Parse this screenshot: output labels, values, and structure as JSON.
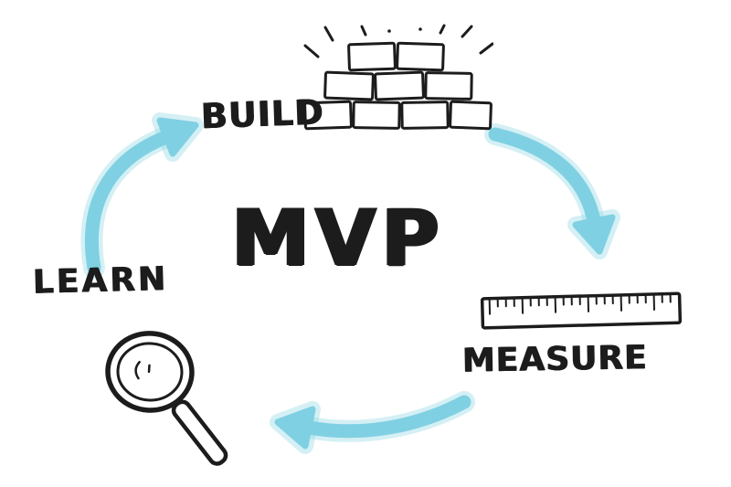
{
  "diagram": {
    "center_label": "MVP",
    "steps": [
      {
        "label": "BUILD",
        "icon": "bricks-icon"
      },
      {
        "label": "MEASURE",
        "icon": "ruler-icon"
      },
      {
        "label": "LEARN",
        "icon": "magnifier-icon"
      }
    ],
    "arrows": [
      {
        "name": "learn-to-build",
        "direction": "up-right"
      },
      {
        "name": "build-to-measure",
        "direction": "down-right"
      },
      {
        "name": "measure-to-learn",
        "direction": "left"
      }
    ],
    "colors": {
      "arrow_fill": "#7fd0e2",
      "arrow_glow": "#8fd7e5",
      "ink": "#1c1c1c",
      "background": "#ffffff"
    }
  }
}
